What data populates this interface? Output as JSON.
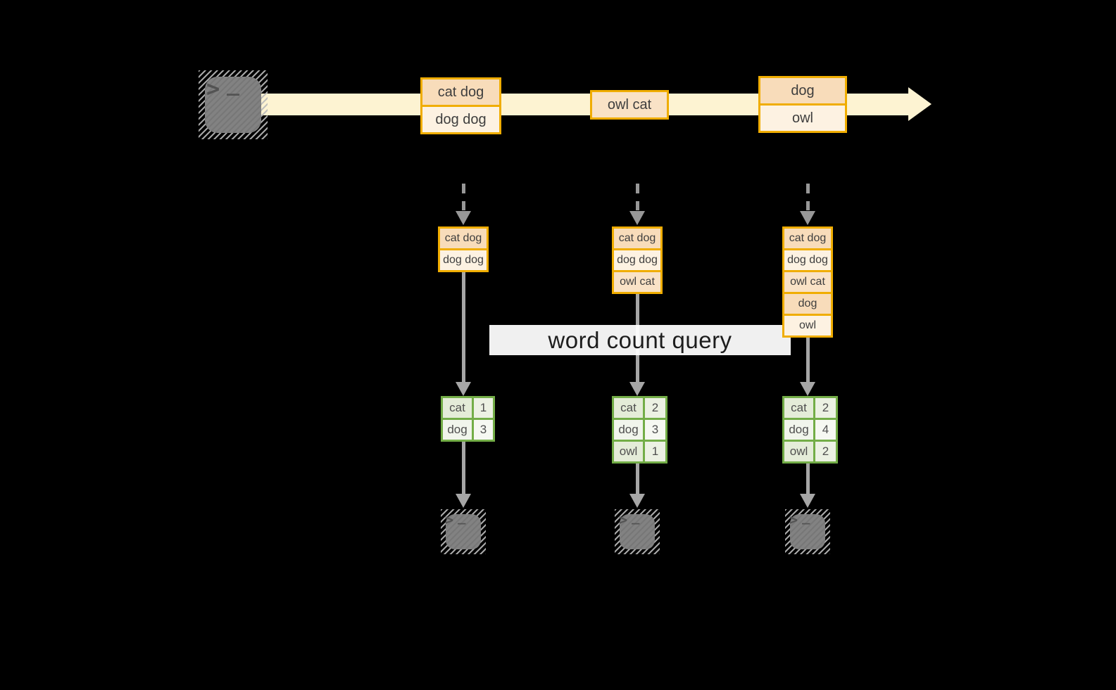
{
  "query": {
    "label": "word count query"
  },
  "stream": {
    "messages": [
      {
        "rows": [
          {
            "text": "cat dog",
            "tone": "dark"
          },
          {
            "text": "dog dog",
            "tone": "light"
          }
        ]
      },
      {
        "rows": [
          {
            "text": "owl cat",
            "tone": "mid"
          }
        ]
      },
      {
        "rows": [
          {
            "text": "dog",
            "tone": "dark"
          },
          {
            "text": "owl",
            "tone": "light"
          }
        ]
      }
    ]
  },
  "stacks": [
    {
      "rows": [
        {
          "text": "cat dog",
          "tone": "dark"
        },
        {
          "text": "dog dog",
          "tone": "light"
        }
      ]
    },
    {
      "rows": [
        {
          "text": "cat dog",
          "tone": "dark"
        },
        {
          "text": "dog dog",
          "tone": "light"
        },
        {
          "text": "owl cat",
          "tone": "mid"
        }
      ]
    },
    {
      "rows": [
        {
          "text": "cat dog",
          "tone": "dark"
        },
        {
          "text": "dog dog",
          "tone": "light"
        },
        {
          "text": "owl cat",
          "tone": "mid"
        },
        {
          "text": "dog",
          "tone": "dark"
        },
        {
          "text": "owl",
          "tone": "light"
        }
      ]
    }
  ],
  "tables": [
    {
      "rows": [
        {
          "word": "cat",
          "count": "1",
          "tone": "dark"
        },
        {
          "word": "dog",
          "count": "3",
          "tone": "light"
        }
      ]
    },
    {
      "rows": [
        {
          "word": "cat",
          "count": "2",
          "tone": "dark"
        },
        {
          "word": "dog",
          "count": "3",
          "tone": "light"
        },
        {
          "word": "owl",
          "count": "1",
          "tone": "dark"
        }
      ]
    },
    {
      "rows": [
        {
          "word": "cat",
          "count": "2",
          "tone": "dark"
        },
        {
          "word": "dog",
          "count": "4",
          "tone": "light"
        },
        {
          "word": "owl",
          "count": "2",
          "tone": "dark"
        }
      ]
    }
  ],
  "icons": {
    "source": "terminal-icon",
    "consumers": [
      "terminal-icon",
      "terminal-icon",
      "terminal-icon"
    ],
    "prompt_glyph": ">_"
  },
  "colors": {
    "background": "#000000",
    "stream_fill": "#fdf3d2",
    "box_border": "#f0ad00",
    "row_dark": "#f8dcba",
    "row_mid": "#f9e2c6",
    "row_light": "#fdf2e2",
    "table_border": "#73ad47",
    "table_cell_dark": "#e4ecd8",
    "table_cell_light": "#f1f5ec",
    "arrow_gray": "#a6a6a6",
    "terminal_gray": "#7d7d7d",
    "query_band": "#ffffff"
  }
}
